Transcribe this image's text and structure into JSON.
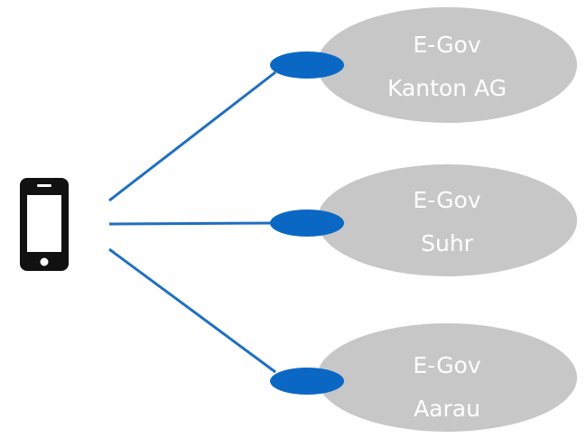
{
  "diagram": {
    "device_icon": "smartphone-icon",
    "colors": {
      "connector": "#1f6fbf",
      "endpoint": "#0a68c4",
      "node_fill": "#c7c7c7",
      "node_text": "#ffffff",
      "device": "#111111"
    },
    "nodes": [
      {
        "line1": "E-Gov",
        "line2": "Kanton AG"
      },
      {
        "line1": "E-Gov",
        "line2": "Suhr"
      },
      {
        "line1": "E-Gov",
        "line2": "Aarau"
      }
    ]
  }
}
